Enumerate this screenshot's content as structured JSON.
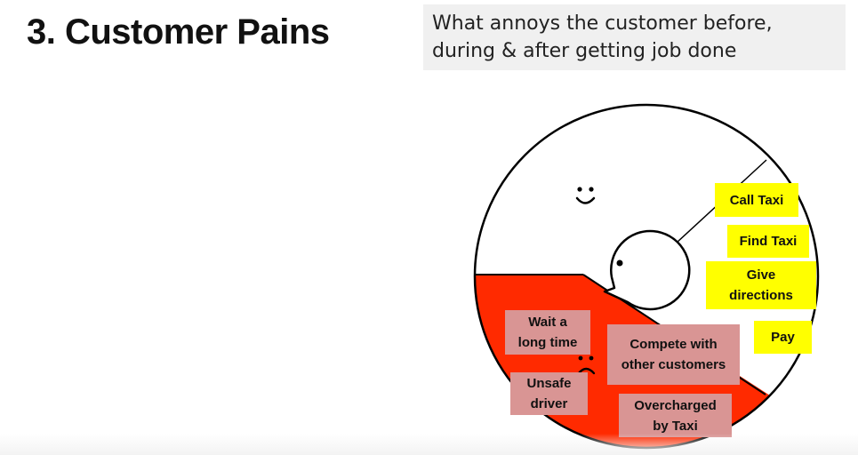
{
  "title": "3. Customer Pains",
  "subtitle": {
    "line1": "What annoys the customer before,",
    "line2": "during & after getting job done"
  },
  "icons": {
    "happy_face": "smiley-face-icon",
    "sad_face": "frowny-face-icon",
    "head": "customer-head-icon"
  },
  "colors": {
    "pain_region": "#ff2a00",
    "job_note": "#ffff00",
    "pain_note": "#d99594"
  },
  "jobs": [
    {
      "line1": "Call Taxi"
    },
    {
      "line1": "Find Taxi"
    },
    {
      "line1": "Give",
      "line2": "directions"
    },
    {
      "line1": "Pay"
    }
  ],
  "pains": [
    {
      "line1": "Wait a",
      "line2": "long time"
    },
    {
      "line1": "Compete with",
      "line2": "other customers"
    },
    {
      "line1": "Unsafe",
      "line2": "driver"
    },
    {
      "line1": "Overcharged",
      "line2": "by Taxi"
    }
  ]
}
